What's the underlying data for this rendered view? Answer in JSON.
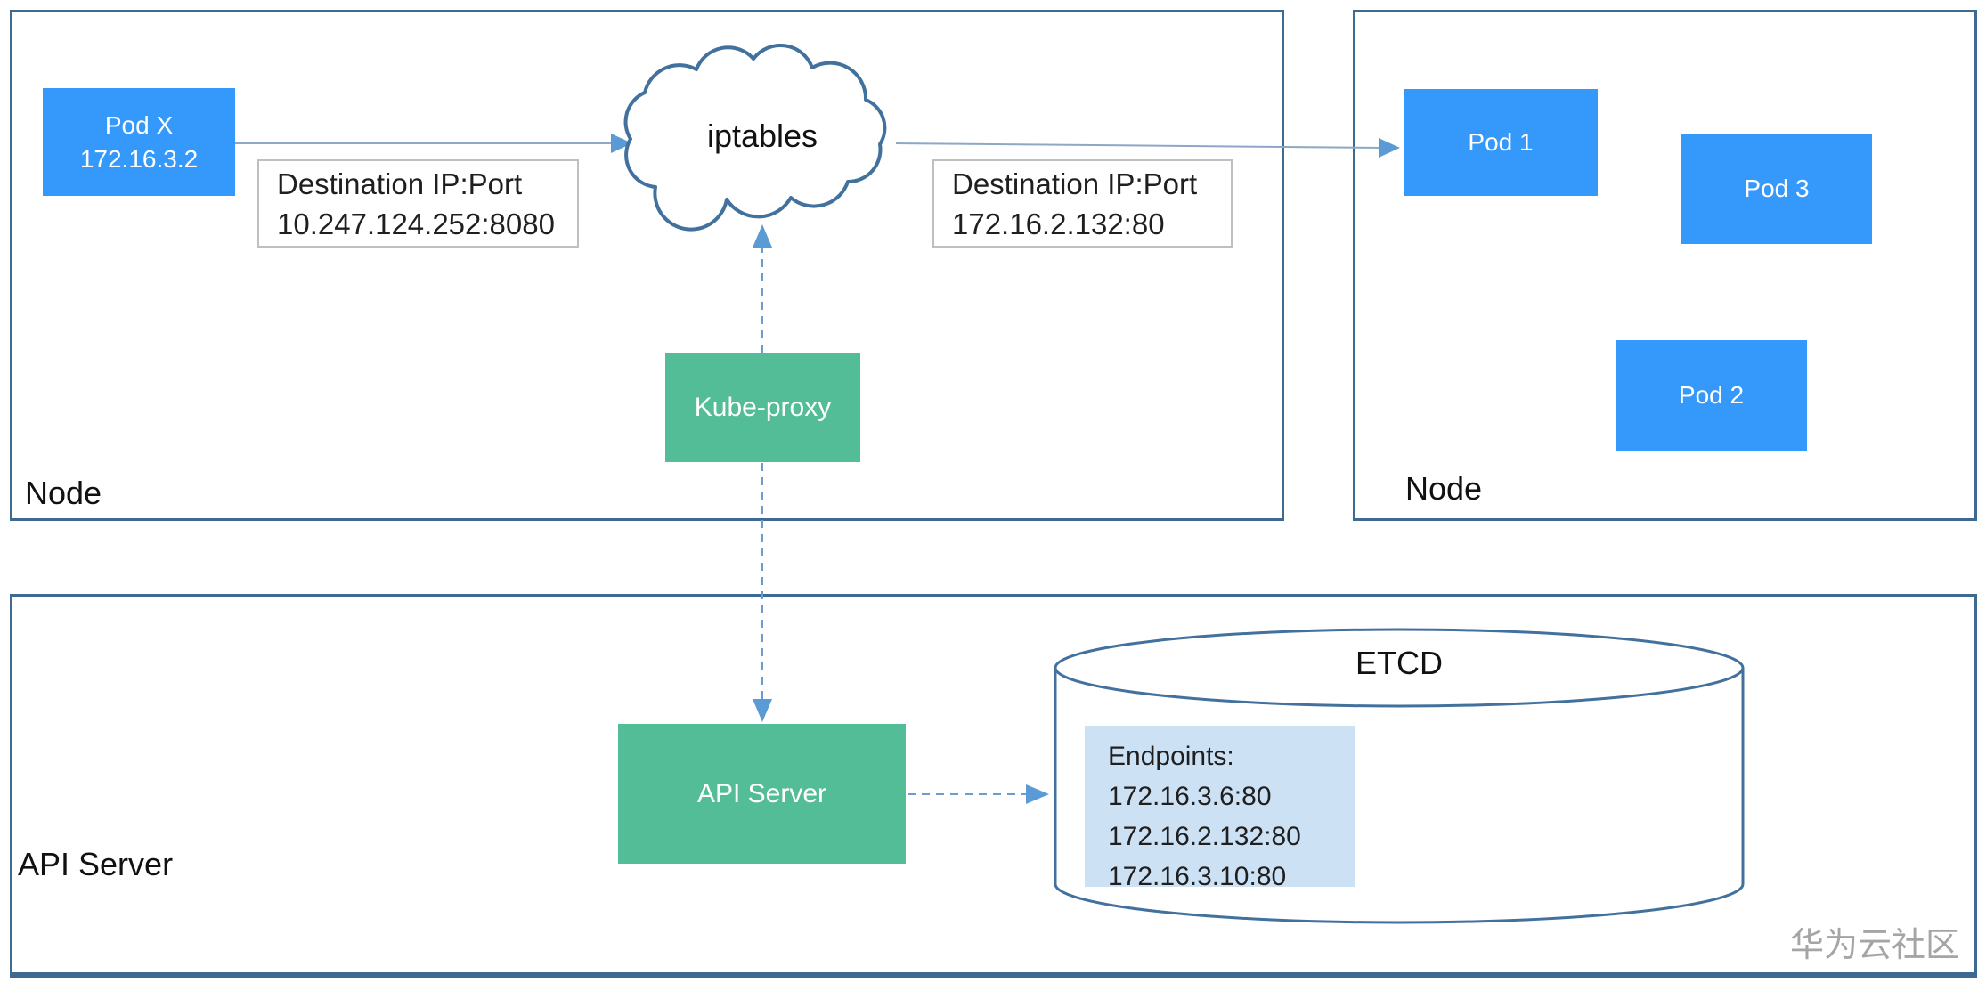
{
  "node_left": {
    "label": "Node",
    "pod_x": {
      "name": "Pod X",
      "ip": "172.16.3.2"
    },
    "dest_before": {
      "line1": "Destination IP:Port",
      "line2": "10.247.124.252:8080"
    },
    "iptables": "iptables",
    "dest_after": {
      "line1": "Destination IP:Port",
      "line2": "172.16.2.132:80"
    },
    "kube_proxy": "Kube-proxy"
  },
  "node_right": {
    "label": "Node",
    "pod1": "Pod 1",
    "pod3": "Pod 3",
    "pod2": "Pod 2"
  },
  "control_plane": {
    "label": "API Server",
    "api_server": "API Server",
    "etcd": "ETCD",
    "endpoints_title": "Endpoints:",
    "endpoint1": "172.16.3.6:80",
    "endpoint2": "172.16.2.132:80",
    "endpoint3": "172.16.3.10:80"
  },
  "watermark": "华为云社区",
  "colors": {
    "pod_blue": "#3598fb",
    "green": "#53bd98",
    "section_border": "#3e6a92",
    "cloud_stroke": "#41719c",
    "cylinder_stroke": "#41719c",
    "solid_line": "#8ca8c6",
    "dashed_line": "#6d9bd0",
    "arrowhead": "#5b9bd5",
    "note_border": "#bfbfbf",
    "endpoints_bg": "#cde1f5",
    "watermark_gray": "#a5a5a5"
  }
}
